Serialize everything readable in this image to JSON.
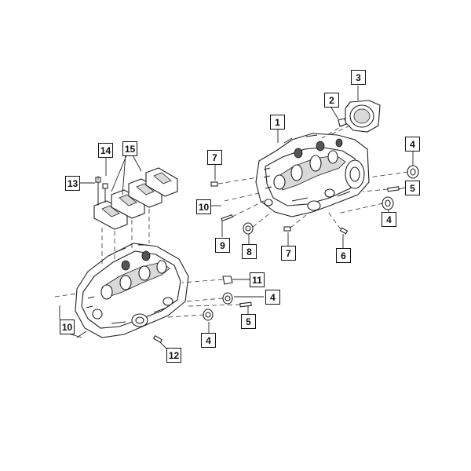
{
  "callouts": {
    "c1": "1",
    "c2": "2",
    "c3": "3",
    "c4a": "4",
    "c4b": "4",
    "c4c": "4",
    "c4d": "4",
    "c5a": "5",
    "c5b": "5",
    "c6": "6",
    "c7a": "7",
    "c7b": "7",
    "c8": "8",
    "c9": "9",
    "c10a": "10",
    "c10b": "10",
    "c11": "11",
    "c12": "12",
    "c13": "13",
    "c14": "14",
    "c15": "15"
  }
}
